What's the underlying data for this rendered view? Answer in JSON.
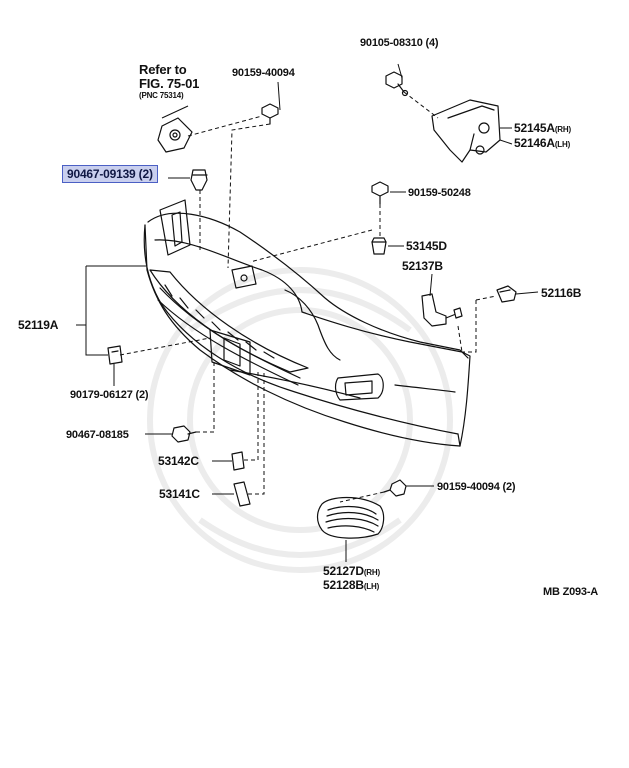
{
  "diagram": {
    "refer_line1": "Refer to",
    "refer_line2": "FIG. 75-01",
    "refer_line3": "(PNC 75314)",
    "part_90159_40094_top": "90159-40094",
    "part_90105_08310": "90105-08310 (4)",
    "part_52145A": "52145A",
    "part_52145A_suffix": "(RH)",
    "part_52146A": "52146A",
    "part_52146A_suffix": "(LH)",
    "part_90467_09139": "90467-09139 (2)",
    "part_90159_50248": "90159-50248",
    "part_53145D": "53145D",
    "part_52137B": "52137B",
    "part_52116B": "52116B",
    "part_52119A": "52119A",
    "part_90179_06127": "90179-06127 (2)",
    "part_90467_08185": "90467-08185",
    "part_53142C": "53142C",
    "part_53141C": "53141C",
    "part_90159_40094_bottom": "90159-40094 (2)",
    "part_52127D": "52127D",
    "part_52127D_suffix": "(RH)",
    "part_52128B": "52128B",
    "part_52128B_suffix": "(LH)",
    "diagram_code": "MB Z093-A"
  },
  "colors": {
    "highlight_fill": "#c9cfee",
    "highlight_border": "#4b5fc4",
    "line": "#111111"
  }
}
